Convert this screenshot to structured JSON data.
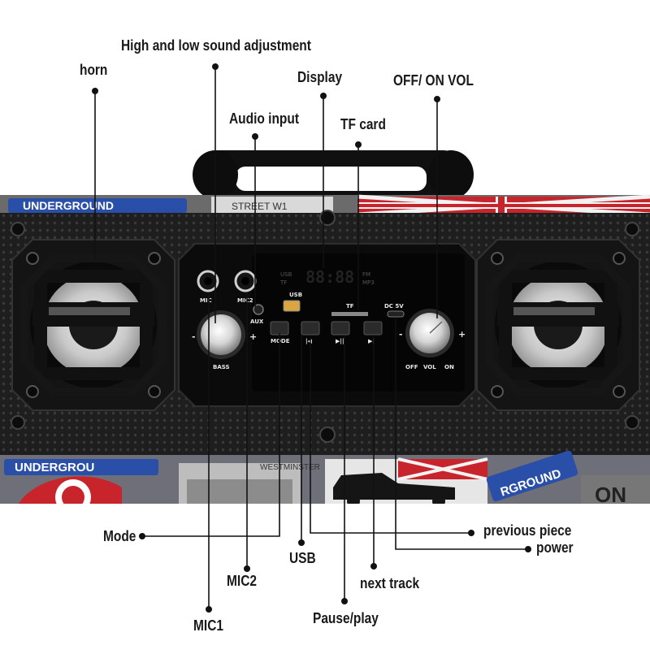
{
  "labels": {
    "horn": "horn",
    "high_low": "High and low sound adjustment",
    "display": "Display",
    "off_on_vol": "OFF/ ON VOL",
    "audio_input": "Audio input",
    "tf_card": "TF card",
    "mode": "Mode",
    "usb": "USB",
    "mic2": "MIC2",
    "mic1": "MIC1",
    "pause_play": "Pause/play",
    "next_track": "next track",
    "previous_piece": "previous piece",
    "power": "power"
  },
  "panel": {
    "mic": "MIC",
    "mic2": "MIC2",
    "aux": "AUX",
    "usb": "USB",
    "tf": "TF",
    "dc5v": "DC 5V",
    "bass": "BASS",
    "mode": "MODE",
    "off": "OFF",
    "vol": "VOL",
    "on": "ON",
    "display_digits": "88:88",
    "usb_ind": "USB",
    "tf_ind": "TF",
    "fm_ind": "FM",
    "mp3_ind": "MP3",
    "minus": "-",
    "plus": "+"
  },
  "stickers": {
    "underground_top": "UNDERGROUND",
    "underground_bottom": "UNDERGROU",
    "street": "STREET W1",
    "westminster": "WESTMINSTER",
    "ground_right": "RGROUND",
    "on": "ON"
  },
  "colors": {
    "body": "#1c1c1c",
    "blue_sticker": "#2a4fa8",
    "red_sticker": "#c8242c",
    "label_text": "#1a1a1a",
    "leader": "#111111"
  }
}
